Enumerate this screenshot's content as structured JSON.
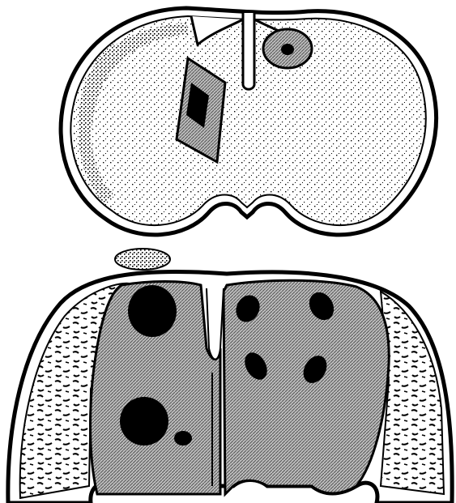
{
  "figure": {
    "panels": [
      {
        "name": "upper-section",
        "outline_color": "#000000",
        "tissue_color": "#ffffff",
        "stipple_color": "#000000",
        "lesion_color": "#9a9a9a",
        "lesion_core_color": "#000000",
        "lesions": 2
      },
      {
        "name": "lower-section",
        "outline_color": "#000000",
        "tissue_color": "#ffffff",
        "hatched_region_color": "#9a9a9a",
        "nodule_color": "#000000",
        "nodules": 7
      }
    ]
  }
}
